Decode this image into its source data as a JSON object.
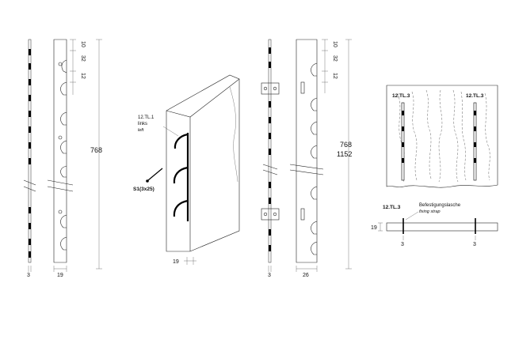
{
  "profile_a": {
    "dim_10": "10",
    "dim_32": "32",
    "dim_12": "12",
    "dim_length": "768",
    "dim_3": "3",
    "dim_19": "19"
  },
  "perspective": {
    "part_label": "12.TL.1",
    "part_label_de": "links",
    "part_label_en": "left",
    "screw_label": "S1(3x25)",
    "dim_19": "19"
  },
  "profile_b": {
    "dim_10": "10",
    "dim_32": "32",
    "dim_12": "12",
    "dim_length_1": "768",
    "dim_length_2": "1152",
    "dim_3": "3",
    "dim_26": "26"
  },
  "detail": {
    "left_strip_label": "12.TL.3",
    "right_strip_label": "12.TL.3",
    "section_label": "12.TL.3",
    "strap_label_de": "Befestigungslasche",
    "strap_label_en": "fixing strap",
    "dim_19": "19",
    "dim_3_left": "3",
    "dim_3_right": "3"
  }
}
